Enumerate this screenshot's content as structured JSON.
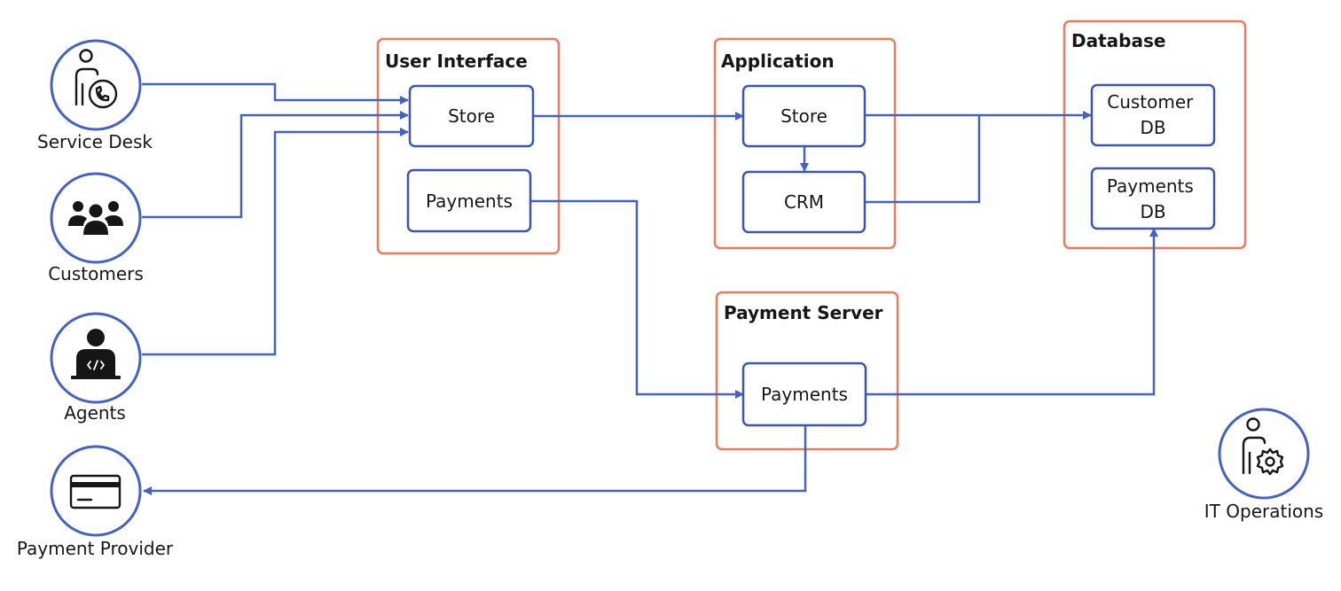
{
  "colors": {
    "group_border": "#ec7a5c",
    "component_border": "#3a55b3",
    "connector": "#4462c4",
    "text": "#161616",
    "background": "#ffffff"
  },
  "actors": {
    "service_desk": {
      "label": "Service Desk",
      "icon": "service-desk-icon"
    },
    "customers": {
      "label": "Customers",
      "icon": "customers-icon"
    },
    "agents": {
      "label": "Agents",
      "icon": "agent-laptop-icon"
    },
    "payment_provider": {
      "label": "Payment Provider",
      "icon": "credit-card-icon"
    },
    "it_operations": {
      "label": "IT Operations",
      "icon": "it-operations-icon"
    }
  },
  "groups": {
    "user_interface": {
      "title": "User Interface",
      "components": {
        "store": "Store",
        "payments": "Payments"
      }
    },
    "application": {
      "title": "Application",
      "components": {
        "store": "Store",
        "crm": "CRM"
      }
    },
    "database": {
      "title": "Database",
      "components": {
        "customer_db": [
          "Customer",
          "DB"
        ],
        "payments_db": [
          "Payments",
          "DB"
        ]
      }
    },
    "payment_server": {
      "title": "Payment Server",
      "components": {
        "payments": "Payments"
      }
    }
  }
}
